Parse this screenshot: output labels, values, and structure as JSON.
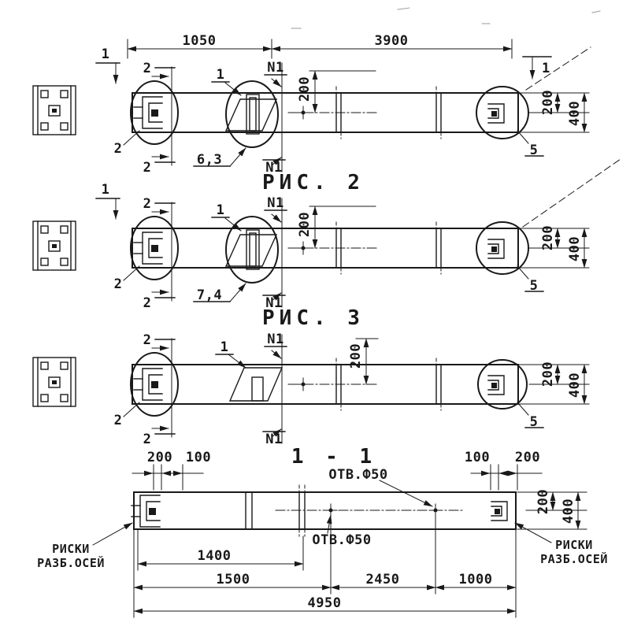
{
  "figures": [
    {
      "caption": "РИС. 2",
      "dim_span_left": "1050",
      "dim_span_right": "3900",
      "dim_hole": "200",
      "dim_right_half": "200",
      "dim_right_full": "400",
      "mark_cut_main_left": "1",
      "mark_cut_main_right": "1",
      "mark_cut_sub_top": "2",
      "mark_cut_sub_bottom": "2",
      "balloon_left": "2",
      "balloon_mid": "1",
      "balloon_right": "5",
      "axis_top": "N1",
      "axis_bottom": "N1",
      "weld": "6,3"
    },
    {
      "caption": "РИС. 3",
      "dim_hole": "200",
      "dim_right_half": "200",
      "dim_right_full": "400",
      "mark_cut_main_left": "1",
      "mark_cut_sub_top": "2",
      "mark_cut_sub_bottom": "2",
      "balloon_left": "2",
      "balloon_mid": "1",
      "balloon_right": "5",
      "axis_top": "N1",
      "axis_bottom": "N1",
      "weld": "7,4"
    },
    {
      "dim_hole": "200",
      "dim_right_half": "200",
      "dim_right_full": "400",
      "mark_cut_sub_top": "2",
      "mark_cut_sub_bottom": "2",
      "balloon_left": "2",
      "balloon_mid": "1",
      "balloon_right": "5",
      "axis_top": "N1",
      "axis_bottom": "N1"
    }
  ],
  "section": {
    "title": "1 - 1",
    "dim_top_left_a": "200",
    "dim_top_left_b": "100",
    "dim_top_right_a": "100",
    "dim_top_right_b": "200",
    "hole_label_top": "ОТВ.Ф50",
    "hole_label_bottom": "ОТВ.Ф50",
    "note_left_line1": "РИСКИ",
    "note_left_line2": "РАЗБ.ОСЕЙ",
    "note_right_line1": "РИСКИ",
    "note_right_line2": "РАЗБ.ОСЕЙ",
    "dim_a": "1400",
    "dim_b": "1500",
    "dim_c": "2450",
    "dim_d": "1000",
    "dim_total": "4950",
    "dim_right_half": "200",
    "dim_right_full": "400"
  },
  "colors": {
    "ink": "#191919",
    "paper": "#ffffff"
  }
}
